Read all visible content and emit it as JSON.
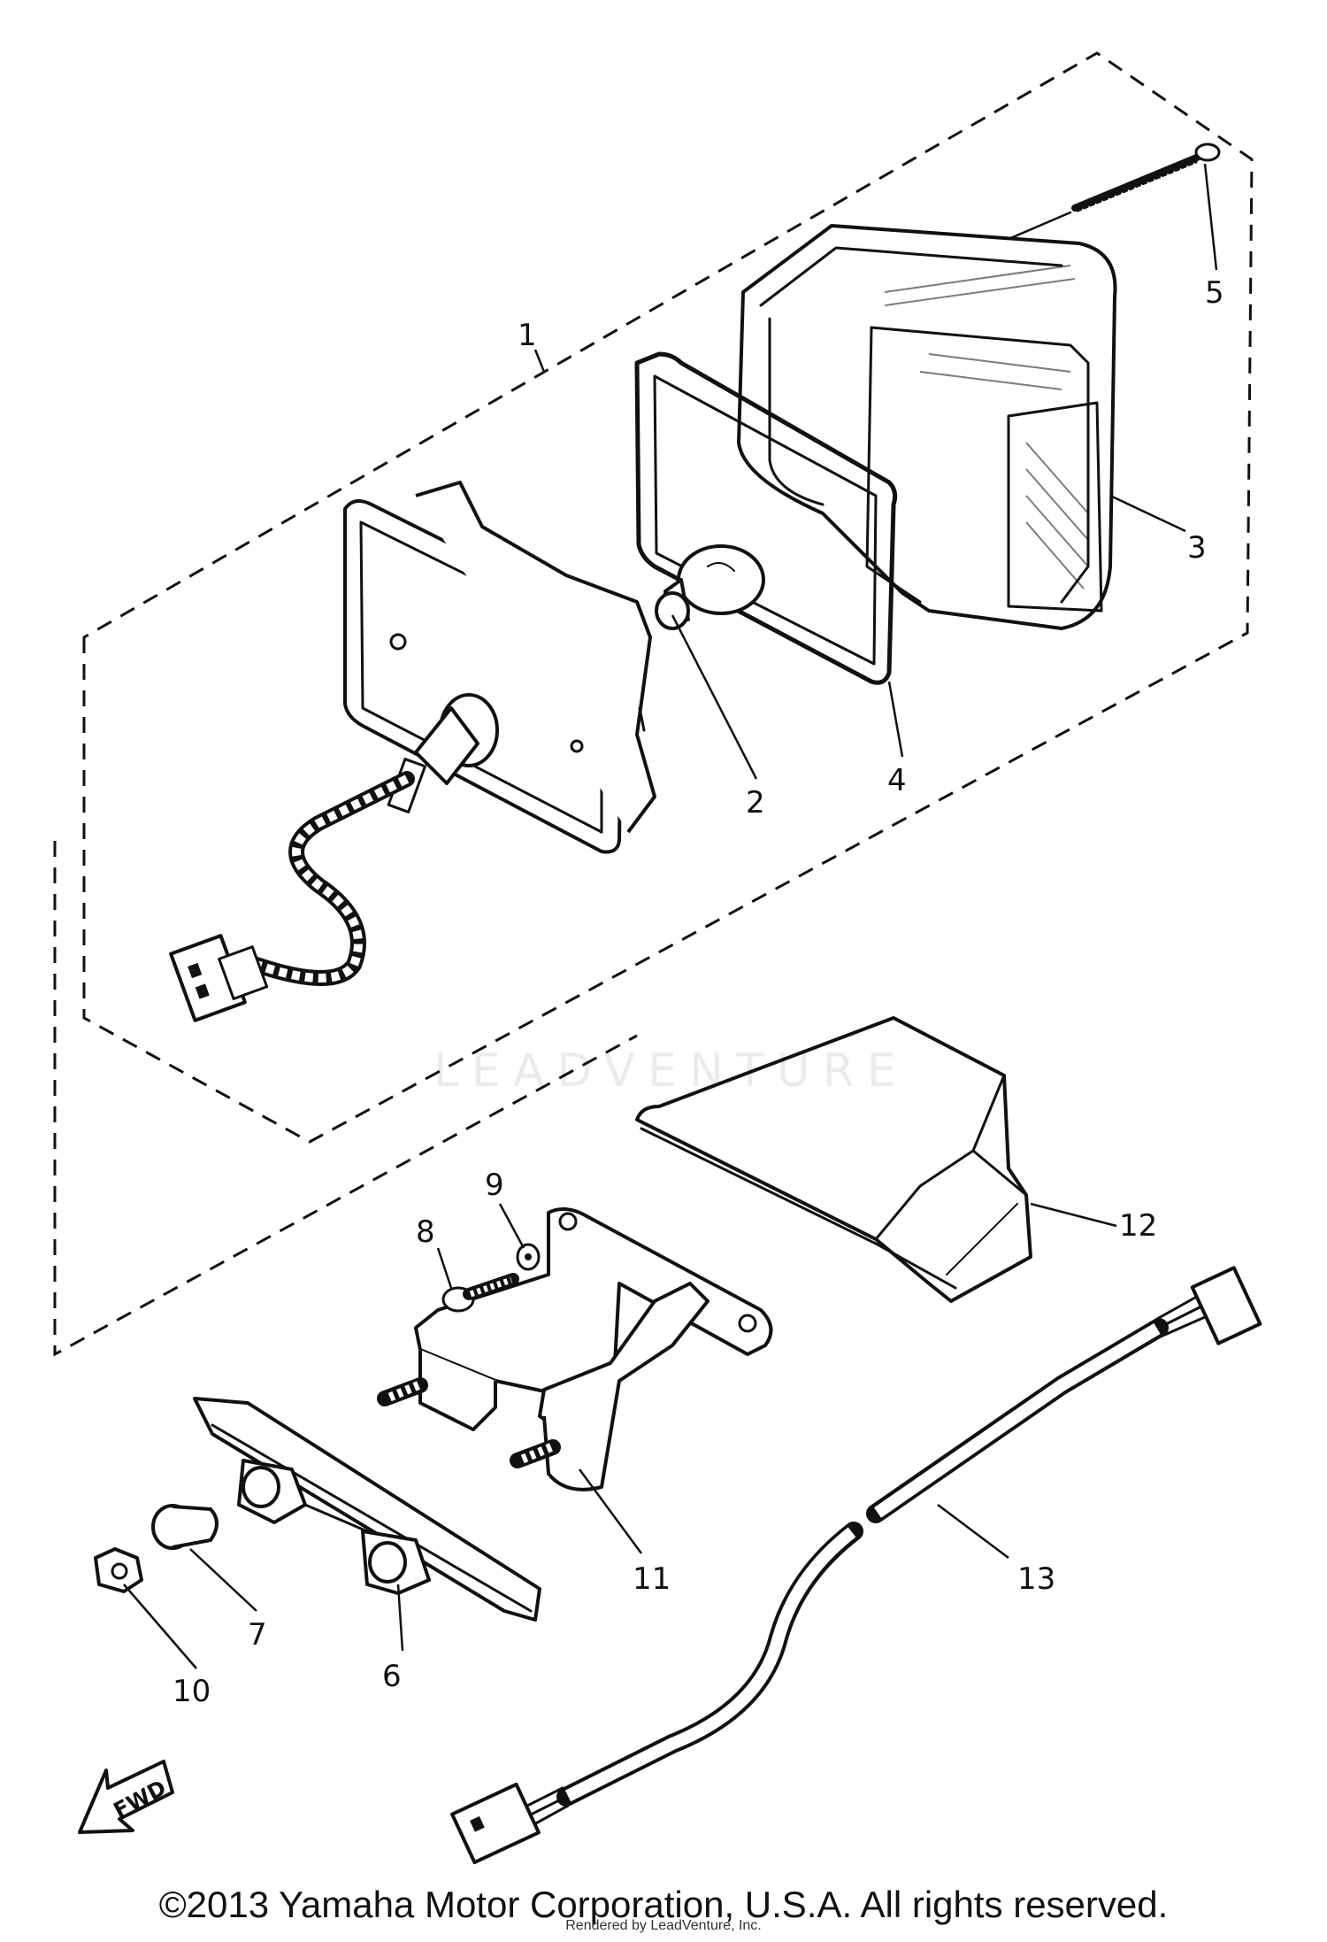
{
  "diagram": {
    "callouts": [
      "1",
      "2",
      "3",
      "4",
      "5",
      "6",
      "7",
      "8",
      "9",
      "10",
      "11",
      "12",
      "13"
    ],
    "fwd_label": "FWD",
    "watermark_text": "LEADVENTURE"
  },
  "footer": {
    "copyright": "©2013 Yamaha Motor Corporation, U.S.A. All rights reserved.",
    "rendered_by": "Rendered by LeadVenture, Inc."
  },
  "colors": {
    "ink": "#111111",
    "background": "#ffffff",
    "watermark": "#e6e6e6"
  }
}
